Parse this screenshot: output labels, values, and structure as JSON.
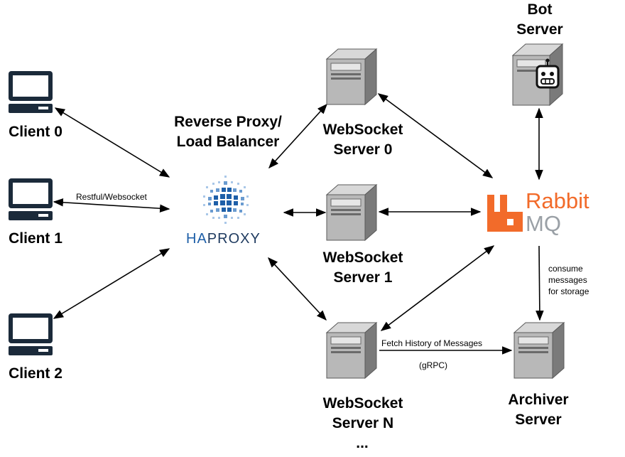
{
  "clients": [
    {
      "label": "Client 0"
    },
    {
      "label": "Client 1"
    },
    {
      "label": "Client 2"
    }
  ],
  "proxy": {
    "title_line1": "Reverse Proxy/",
    "title_line2": "Load Balancer",
    "logo_text_ha": "HA",
    "logo_text_rest": "PROXY"
  },
  "websocket_servers": [
    {
      "line1": "WebSocket",
      "line2": "Server 0"
    },
    {
      "line1": "WebSocket",
      "line2": "Server 1"
    },
    {
      "line1": "WebSocket",
      "line2": "Server N"
    }
  ],
  "ellipsis": "...",
  "bot_server": {
    "line1": "Bot",
    "line2": "Server"
  },
  "archiver_server": {
    "line1": "Archiver",
    "line2": "Server"
  },
  "rabbitmq": {
    "logo_text_top": "Rabbit",
    "logo_text_bottom": "MQ"
  },
  "edge_labels": {
    "client_protocol": "Restful/Websocket",
    "history": "Fetch History of Messages",
    "history_protocol": "(gRPC)",
    "consume_line1": "consume",
    "consume_line2": "messages",
    "consume_line3": "for storage"
  },
  "colors": {
    "monitor": "#1b2a3a",
    "server": "#a0a0a0",
    "rabbit_orange": "#f26b2a",
    "rabbit_gray": "#9aa0a6",
    "haproxy_blue": "#1e5fa8",
    "haproxy_dark": "#1e3a5f"
  }
}
